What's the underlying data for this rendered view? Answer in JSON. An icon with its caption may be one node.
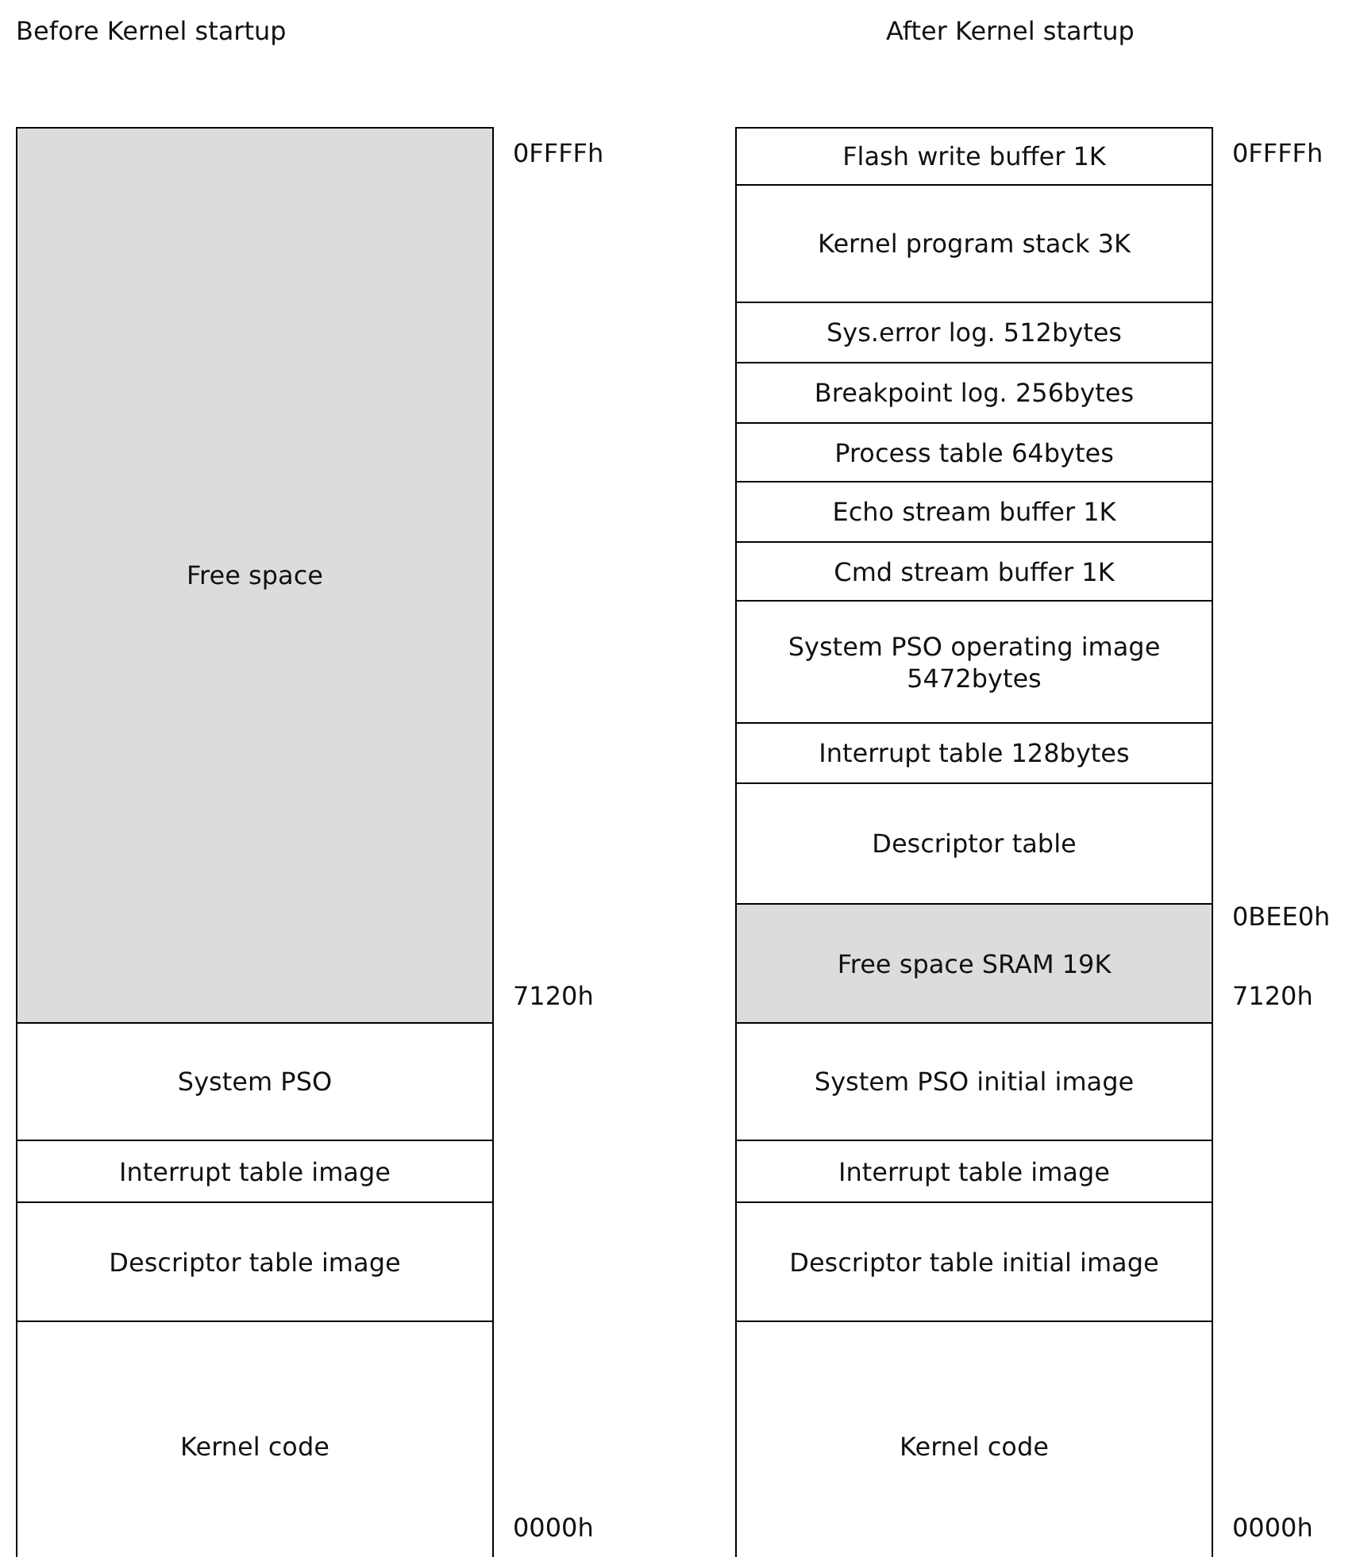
{
  "diagram": {
    "nodes": [
      {
        "text": [
          "Free space"
        ]
      },
      {
        "text": [
          "System PSO"
        ]
      },
      {
        "text": [
          "Interrupt table image"
        ]
      },
      {
        "text": [
          "Descriptor table image"
        ]
      },
      {
        "text": [
          "Kernel code"
        ]
      },
      {
        "text": [
          "Flash write buffer 1K"
        ]
      },
      {
        "text": [
          "Kernel program stack 3K"
        ]
      },
      {
        "text": [
          "Sys.error log. 512bytes"
        ]
      },
      {
        "text": [
          "Breakpoint log. 256bytes"
        ]
      },
      {
        "text": [
          "Process table 64bytes"
        ]
      },
      {
        "text": [
          "Echo stream buffer 1K"
        ]
      },
      {
        "text": [
          "Cmd stream buffer 1K"
        ]
      },
      {
        "text": [
          "System PSO operating image 5472bytes"
        ]
      },
      {
        "text": [
          "Interrupt table 128bytes"
        ]
      },
      {
        "text": [
          "Descriptor table"
        ]
      },
      {
        "text": [
          "Free space SRAM 19K"
        ]
      },
      {
        "text": [
          "System PSO initial image"
        ]
      },
      {
        "text": [
          "Interrupt table image"
        ]
      },
      {
        "text": [
          "Descriptor table initial image"
        ]
      },
      {
        "text": [
          "Kernel code"
        ]
      }
    ],
    "labels": [
      "Before Kernel startup",
      "After Kernel startup",
      "0FFFFh",
      "0FFFFh",
      "0BEE0h",
      "7120h",
      "7120h",
      "0000h",
      "0000h"
    ]
  }
}
